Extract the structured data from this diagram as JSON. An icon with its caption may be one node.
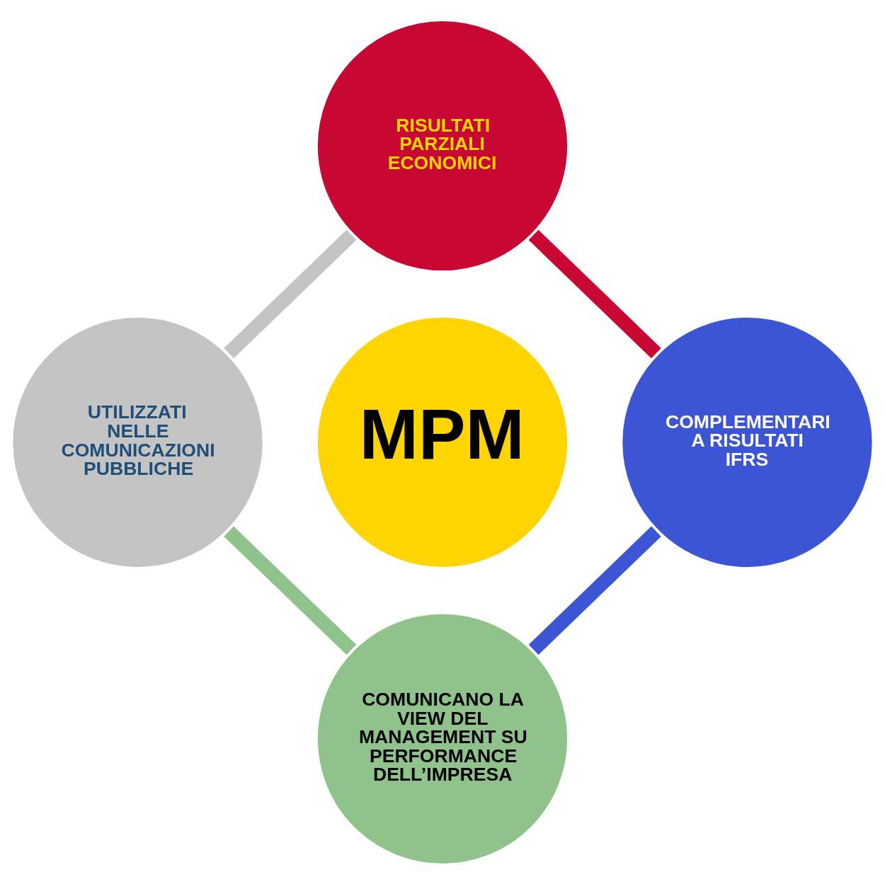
{
  "diagram": {
    "nodes": [
      {
        "text": [
          "RISULTATI PARZIALI ECONOMICI"
        ]
      },
      {
        "text": [
          "UTILIZZATI NELLE COMUNICAZIONI PUBBLICHE"
        ]
      },
      {
        "text": [
          "MPM"
        ]
      },
      {
        "text": [
          "COMPLEMENTARI A RISULTATI IFRS"
        ]
      },
      {
        "text": [
          "COMUNICANO LA VIEW DEL MANAGEMENT SU PERFORMANCE DELL’IMPRESA"
        ]
      }
    ],
    "edges": [
      {
        "from": 0,
        "to": 3,
        "arrow": "none",
        "color": "#c80733"
      },
      {
        "from": 3,
        "to": 4,
        "arrow": "none",
        "color": "#3c55d4"
      },
      {
        "from": 4,
        "to": 1,
        "arrow": "none",
        "color": "#90c38c"
      },
      {
        "from": 1,
        "to": 0,
        "arrow": "none",
        "color": "#c4c4c4"
      }
    ]
  }
}
